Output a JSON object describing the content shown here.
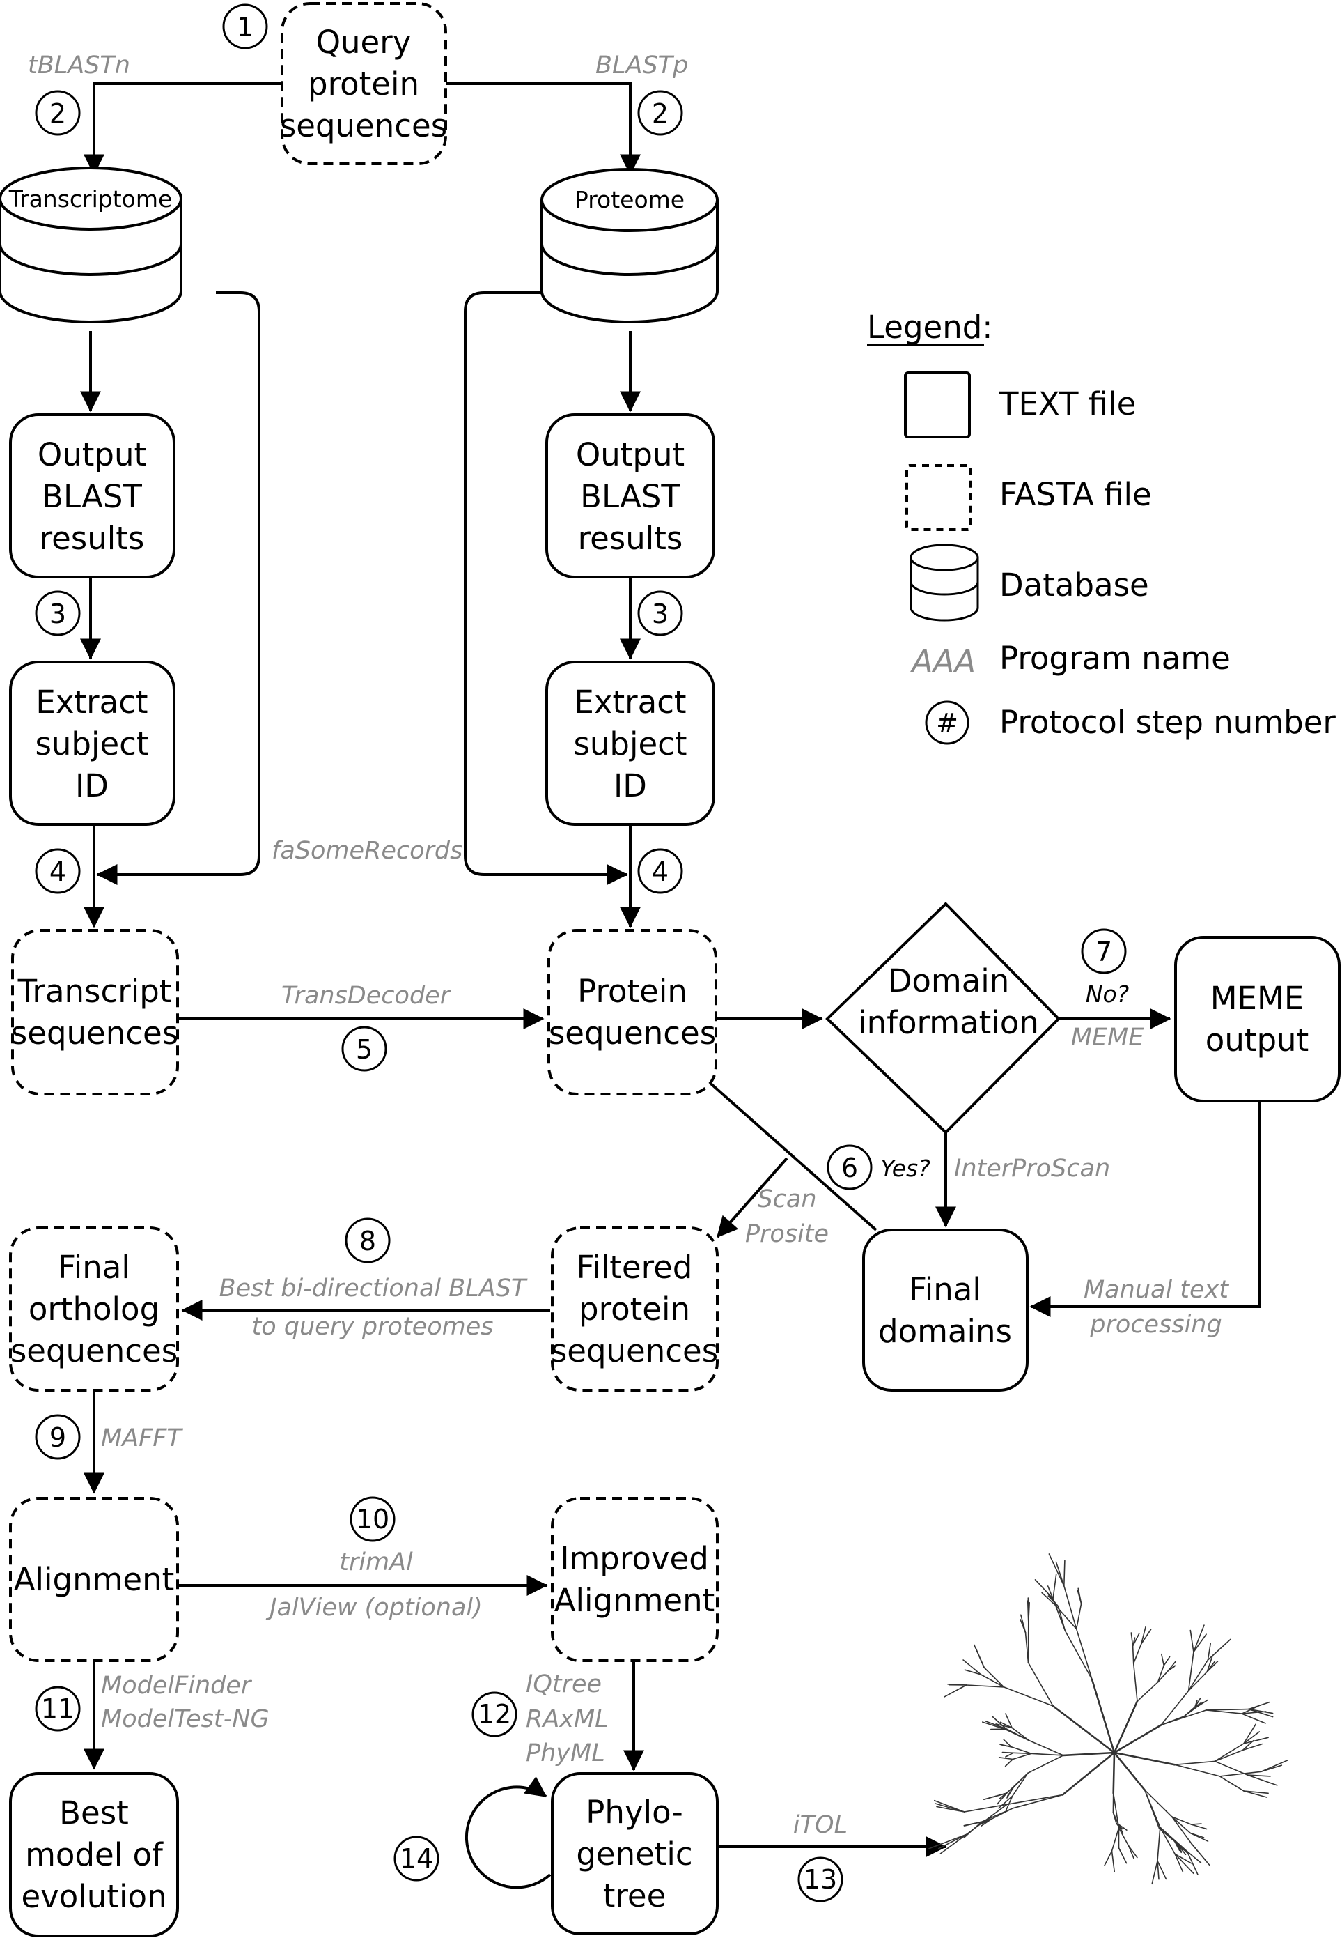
{
  "colors": {
    "line": "#000000",
    "program": "#8a8a8a",
    "background": "#ffffff"
  },
  "nodes": {
    "query": "Query protein sequences",
    "transcriptome": "Transcriptome",
    "proteome": "Proteome",
    "output_blast_left": "Output BLAST results",
    "output_blast_right": "Output BLAST results",
    "extract_left": "Extract subject ID",
    "extract_right": "Extract subject ID",
    "transcript_seqs": "Transcript sequences",
    "protein_seqs": "Protein sequences",
    "domain_info": "Domain information",
    "meme_output": "MEME output",
    "final_domains": "Final domains",
    "filtered_protein": "Filtered protein sequences",
    "final_ortholog": "Final ortholog sequences",
    "alignment": "Alignment",
    "improved_alignment": "Improved Alignment",
    "best_model": "Best model of evolution",
    "phylo_tree": "Phylo- genetic tree"
  },
  "programs": {
    "tblastn": "tBLASTn",
    "blastp": "BLASTp",
    "fasomerecords": "faSomeRecords",
    "transdecoder": "TransDecoder",
    "meme": "MEME",
    "interproscan": "InterProScan",
    "scan_prosite_1": "Scan",
    "scan_prosite_2": "Prosite",
    "bbh_1": "Best bi-directional BLAST",
    "bbh_2": "to query proteomes",
    "manual_1": "Manual text",
    "manual_2": "processing",
    "mafft": "MAFFT",
    "trimal": "trimAl",
    "jalview": "JalView (optional)",
    "modelfinder": "ModelFinder",
    "modeltest": "ModelTest-NG",
    "iqtree": "IQtree",
    "raxml": "RAxML",
    "phyml": "PhyML",
    "itol": "iTOL"
  },
  "decisions": {
    "yes": "Yes?",
    "no": "No?"
  },
  "steps": {
    "s1": "1",
    "s2a": "2",
    "s2b": "2",
    "s3a": "3",
    "s3b": "3",
    "s4a": "4",
    "s4b": "4",
    "s5": "5",
    "s6": "6",
    "s7": "7",
    "s8": "8",
    "s9": "9",
    "s10": "10",
    "s11": "11",
    "s12": "12",
    "s13": "13",
    "s14": "14"
  },
  "legend": {
    "title": "Legend:",
    "text_file": "TEXT file",
    "fasta_file": "FASTA file",
    "database": "Database",
    "program_sample": "AAA",
    "program_name": "Program name",
    "step_symbol": "#",
    "step_number": "Protocol step number"
  }
}
